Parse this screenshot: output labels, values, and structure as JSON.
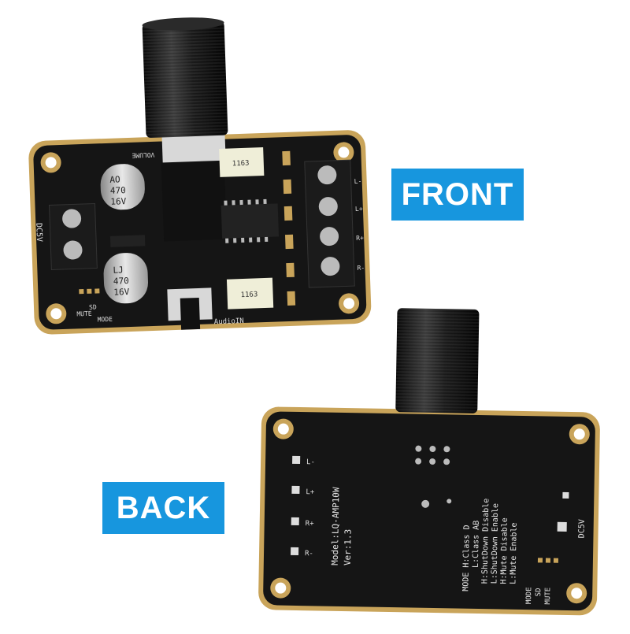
{
  "labels": {
    "front": "FRONT",
    "back": "BACK"
  },
  "front_board": {
    "silkscreen": {
      "volume": "VOLUME",
      "power": "DC5V",
      "mute": "MUTE",
      "sd": "SD",
      "mode": "MODE",
      "audio_in": "AudioIN",
      "l_minus": "L-",
      "l_plus": "L+",
      "r_plus": "R+",
      "r_minus": "R-"
    },
    "capacitor_marking": [
      "AO",
      "LJ",
      "470",
      "16V"
    ],
    "inductor_marking": "1163"
  },
  "back_board": {
    "silkscreen": {
      "model": "Model:LQ-AMP10W",
      "version": "Ver:1.3",
      "mode_h": "MODE H:Class D",
      "mode_l": "L:Class AB",
      "sd_h": "H:ShutDown Disable",
      "sd_l": "L:ShutDown Enable",
      "mute_h": "H:Mute Disable",
      "mute_l": "L:Mute Enable",
      "sd_label": "SD",
      "mute_label": "MUTE",
      "mode_label": "MODE",
      "power": "DC5V",
      "l_minus": "L-",
      "l_plus": "L+",
      "r_plus": "R+",
      "r_minus": "R-"
    }
  },
  "colors": {
    "pcb": "#151515",
    "pcb_edge": "#c9a45a",
    "label_bg": "#1796de",
    "terminal": "#1b1b1b",
    "inductor": "#efeed8"
  }
}
